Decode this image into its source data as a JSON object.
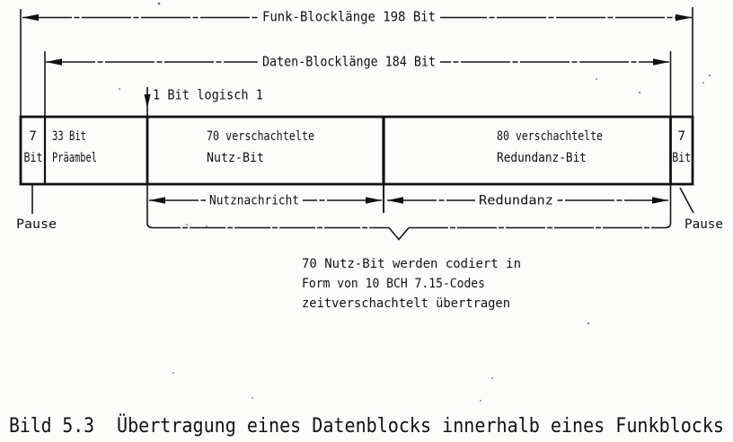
{
  "figure": {
    "dimensions": {
      "funk_label": "Funk-Blocklänge 198 Bit",
      "daten_label": "Daten-Blocklänge 184 Bit"
    },
    "bit_marker_label": "1 Bit logisch 1",
    "block_cells": [
      {
        "line1": "7",
        "line2": "Bit"
      },
      {
        "line1": "33 Bit",
        "line2": "Präambel"
      },
      {
        "line1": "70 verschachtelte",
        "line2": "Nutz-Bit"
      },
      {
        "line1": "80 verschachtelte",
        "line2": "Redundanz-Bit"
      },
      {
        "line1": "7",
        "line2": "Bit"
      }
    ],
    "span_labels": {
      "nutznachricht": "Nutznachricht",
      "redundanz": "Redundanz"
    },
    "pause_left": "Pause",
    "pause_right": "Pause",
    "note_lines": [
      "70 Nutz-Bit werden codiert in",
      "Form von 10 BCH 7.15-Codes",
      "zeitverschachtelt übertragen"
    ],
    "caption": {
      "label": "Bild 5.3",
      "text": "Übertragung eines Datenblocks innerhalb eines Funkblocks"
    },
    "ink_color": "#1a1a1a",
    "background": "#fcfcfb"
  }
}
